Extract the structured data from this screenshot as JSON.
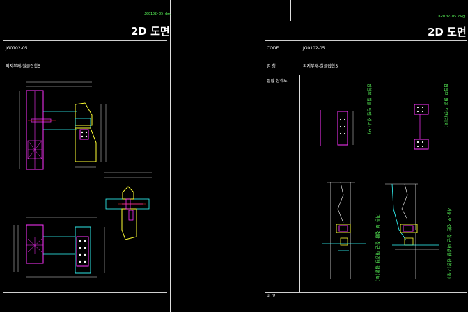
{
  "sheet": {
    "file_name": "JG0102-05.dwg",
    "title": "2D 도면",
    "code": "JG0102-05",
    "name": "외지부재-철골접합5"
  },
  "labels": {
    "code": "CODE",
    "name": "명 칭",
    "detail": "접합 상세도",
    "remark": "비 고"
  },
  "details": {
    "A": "기둥-보 접합 철근 매입형 접합(보)",
    "B": "기둥-보 접합 철근 매입형 접합(기둥)",
    "C": "접합부 철골 단면 상세(보)",
    "D": "접합부 철골 단면(기둥)"
  },
  "colors": {
    "background": "#000000",
    "frame": "#dddddd",
    "annotation": "#5cff5c",
    "magenta": "#ff33ff",
    "yellow": "#ffff33",
    "cyan": "#33ffff"
  }
}
